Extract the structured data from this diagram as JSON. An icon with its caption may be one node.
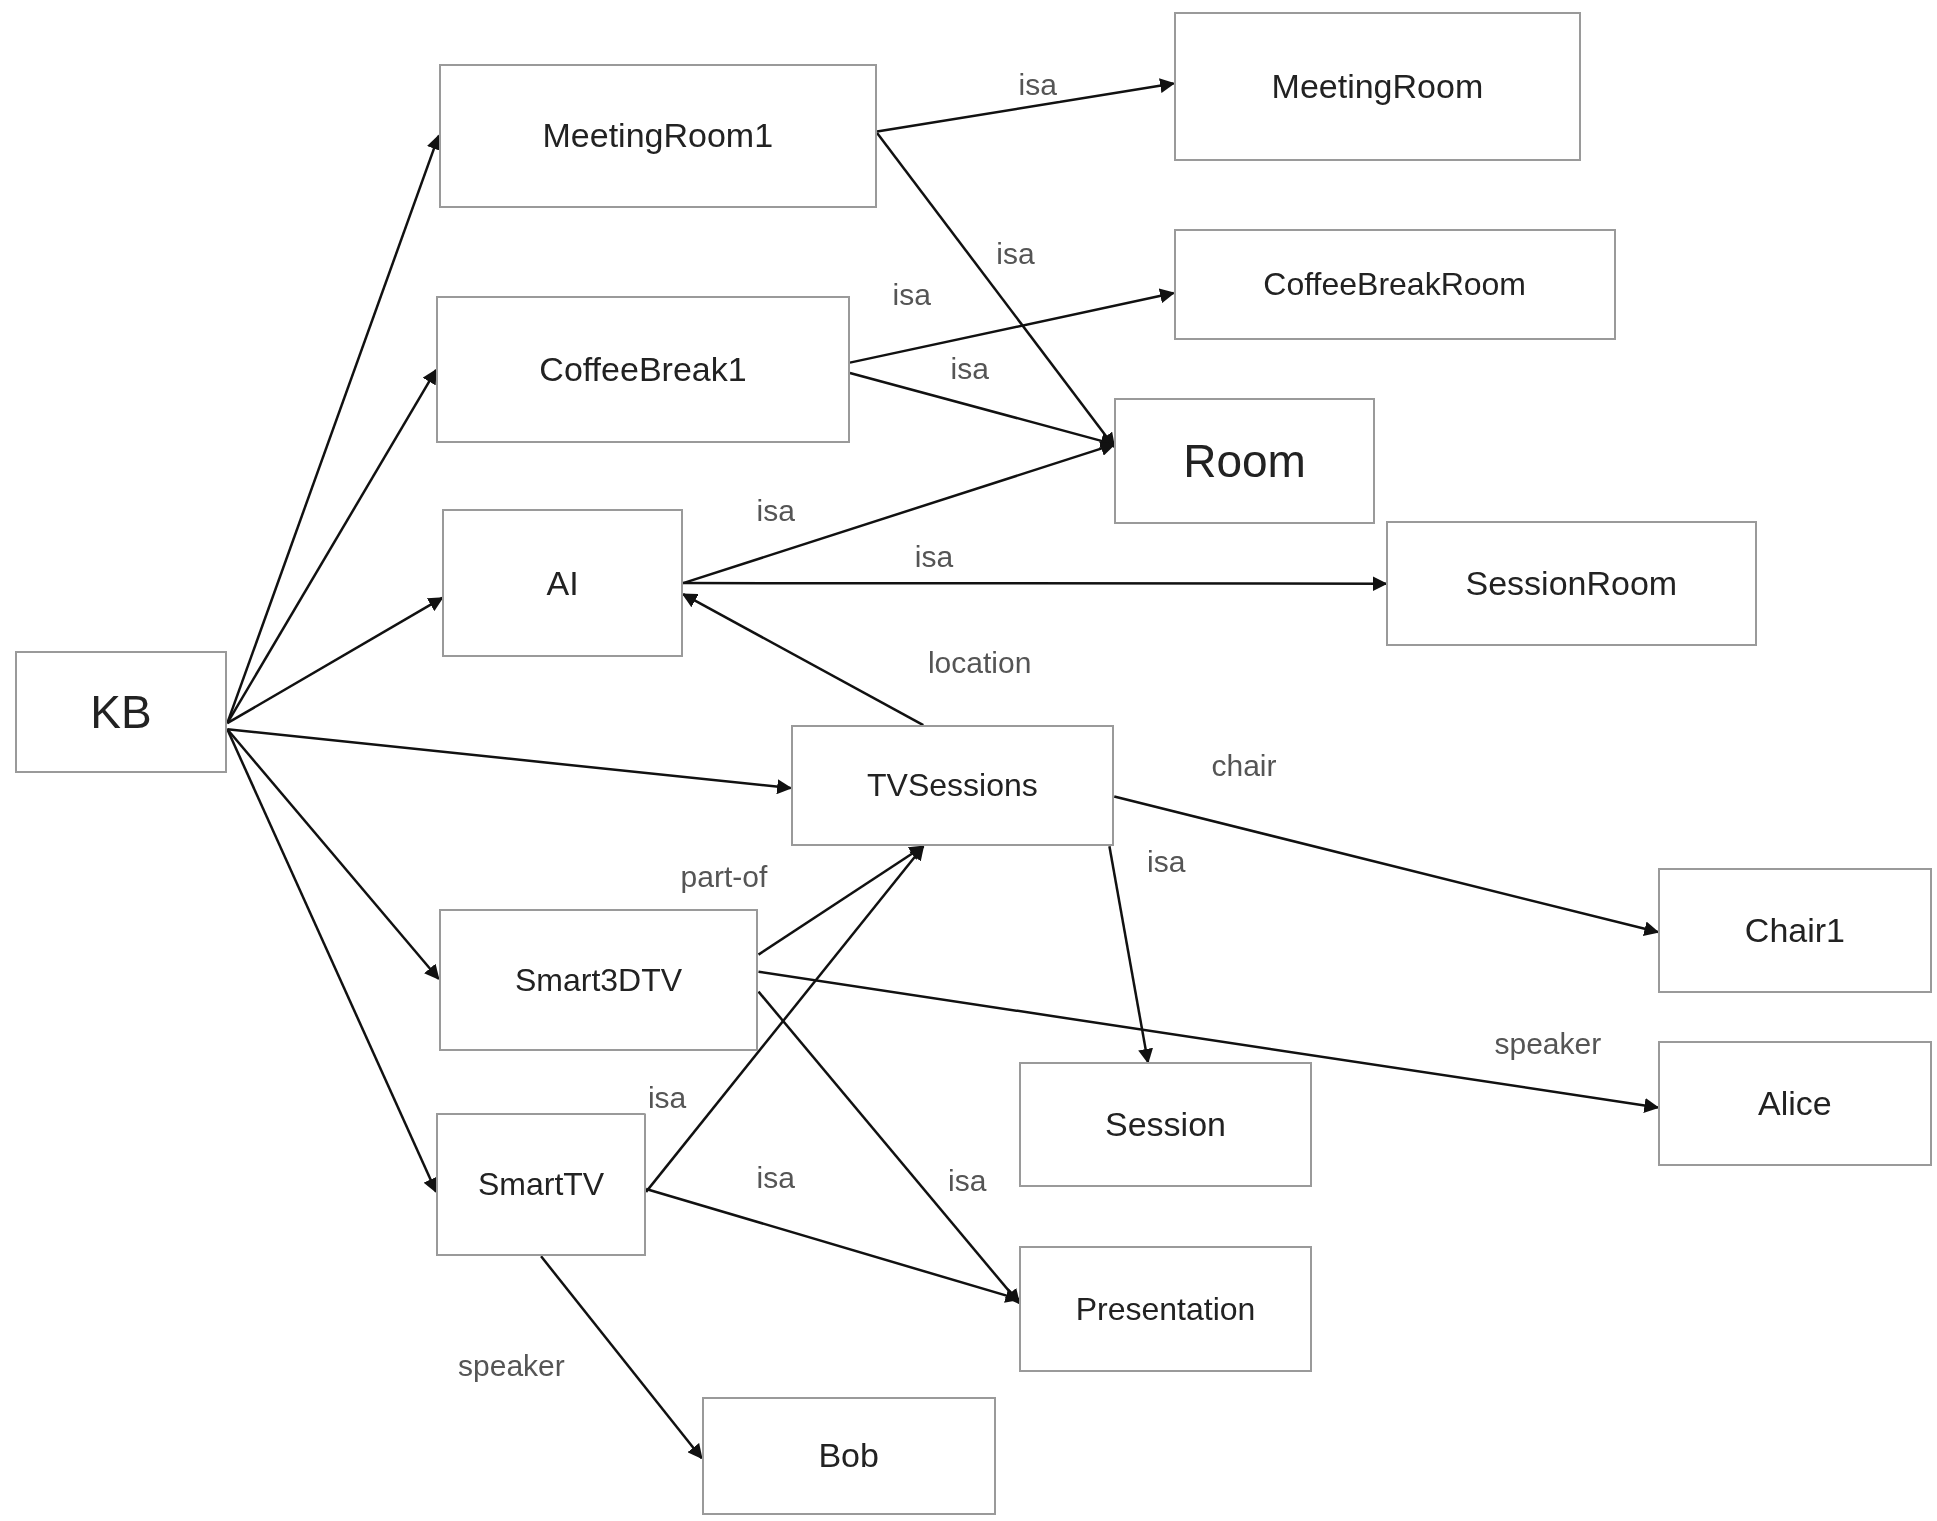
{
  "diagram": {
    "nodes": [
      {
        "text": [
          "KB"
        ]
      },
      {
        "text": [
          "MeetingRoom1"
        ]
      },
      {
        "text": [
          "CoffeeBreak1"
        ]
      },
      {
        "text": [
          "AI"
        ]
      },
      {
        "text": [
          "TVSessions"
        ]
      },
      {
        "text": [
          "Smart3DTV"
        ]
      },
      {
        "text": [
          "SmartTV"
        ]
      },
      {
        "text": [
          "MeetingRoom"
        ]
      },
      {
        "text": [
          "CoffeeBreakRoom"
        ]
      },
      {
        "text": [
          "Room"
        ]
      },
      {
        "text": [
          "SessionRoom"
        ]
      },
      {
        "text": [
          "Chair1"
        ]
      },
      {
        "text": [
          "Alice"
        ]
      },
      {
        "text": [
          "Session"
        ]
      },
      {
        "text": [
          "Presentation"
        ]
      },
      {
        "text": [
          "Bob"
        ]
      }
    ],
    "edges": [
      {
        "from": 0,
        "to": 1,
        "arrow": "to"
      },
      {
        "from": 0,
        "to": 2,
        "arrow": "to"
      },
      {
        "from": 0,
        "to": 3,
        "arrow": "to"
      },
      {
        "from": 0,
        "to": 4,
        "arrow": "to"
      },
      {
        "from": 0,
        "to": 5,
        "arrow": "to"
      },
      {
        "from": 0,
        "to": 6,
        "arrow": "to"
      },
      {
        "from": 1,
        "to": 7,
        "arrow": "to",
        "label": "isa"
      },
      {
        "from": 1,
        "to": 9,
        "arrow": "to",
        "label": "isa"
      },
      {
        "from": 2,
        "to": 8,
        "arrow": "to",
        "label": "isa"
      },
      {
        "from": 2,
        "to": 9,
        "arrow": "to",
        "label": "isa"
      },
      {
        "from": 3,
        "to": 9,
        "arrow": "to",
        "label": "isa"
      },
      {
        "from": 3,
        "to": 10,
        "arrow": "to",
        "label": "isa"
      },
      {
        "from": 4,
        "to": 3,
        "arrow": "to",
        "label": "location"
      },
      {
        "from": 4,
        "to": 11,
        "arrow": "to",
        "label": "chair"
      },
      {
        "from": 4,
        "to": 13,
        "arrow": "to",
        "label": "isa"
      },
      {
        "from": 5,
        "to": 4,
        "arrow": "to",
        "label": "part-of"
      },
      {
        "from": 5,
        "to": 12,
        "arrow": "to",
        "label": "speaker"
      },
      {
        "from": 5,
        "to": 14,
        "arrow": "to",
        "label": "isa"
      },
      {
        "from": 6,
        "to": 4,
        "arrow": "to",
        "label": "isa"
      },
      {
        "from": 6,
        "to": 14,
        "arrow": "to",
        "label": "isa"
      },
      {
        "from": 6,
        "to": 15,
        "arrow": "to",
        "label": "speaker"
      }
    ]
  }
}
